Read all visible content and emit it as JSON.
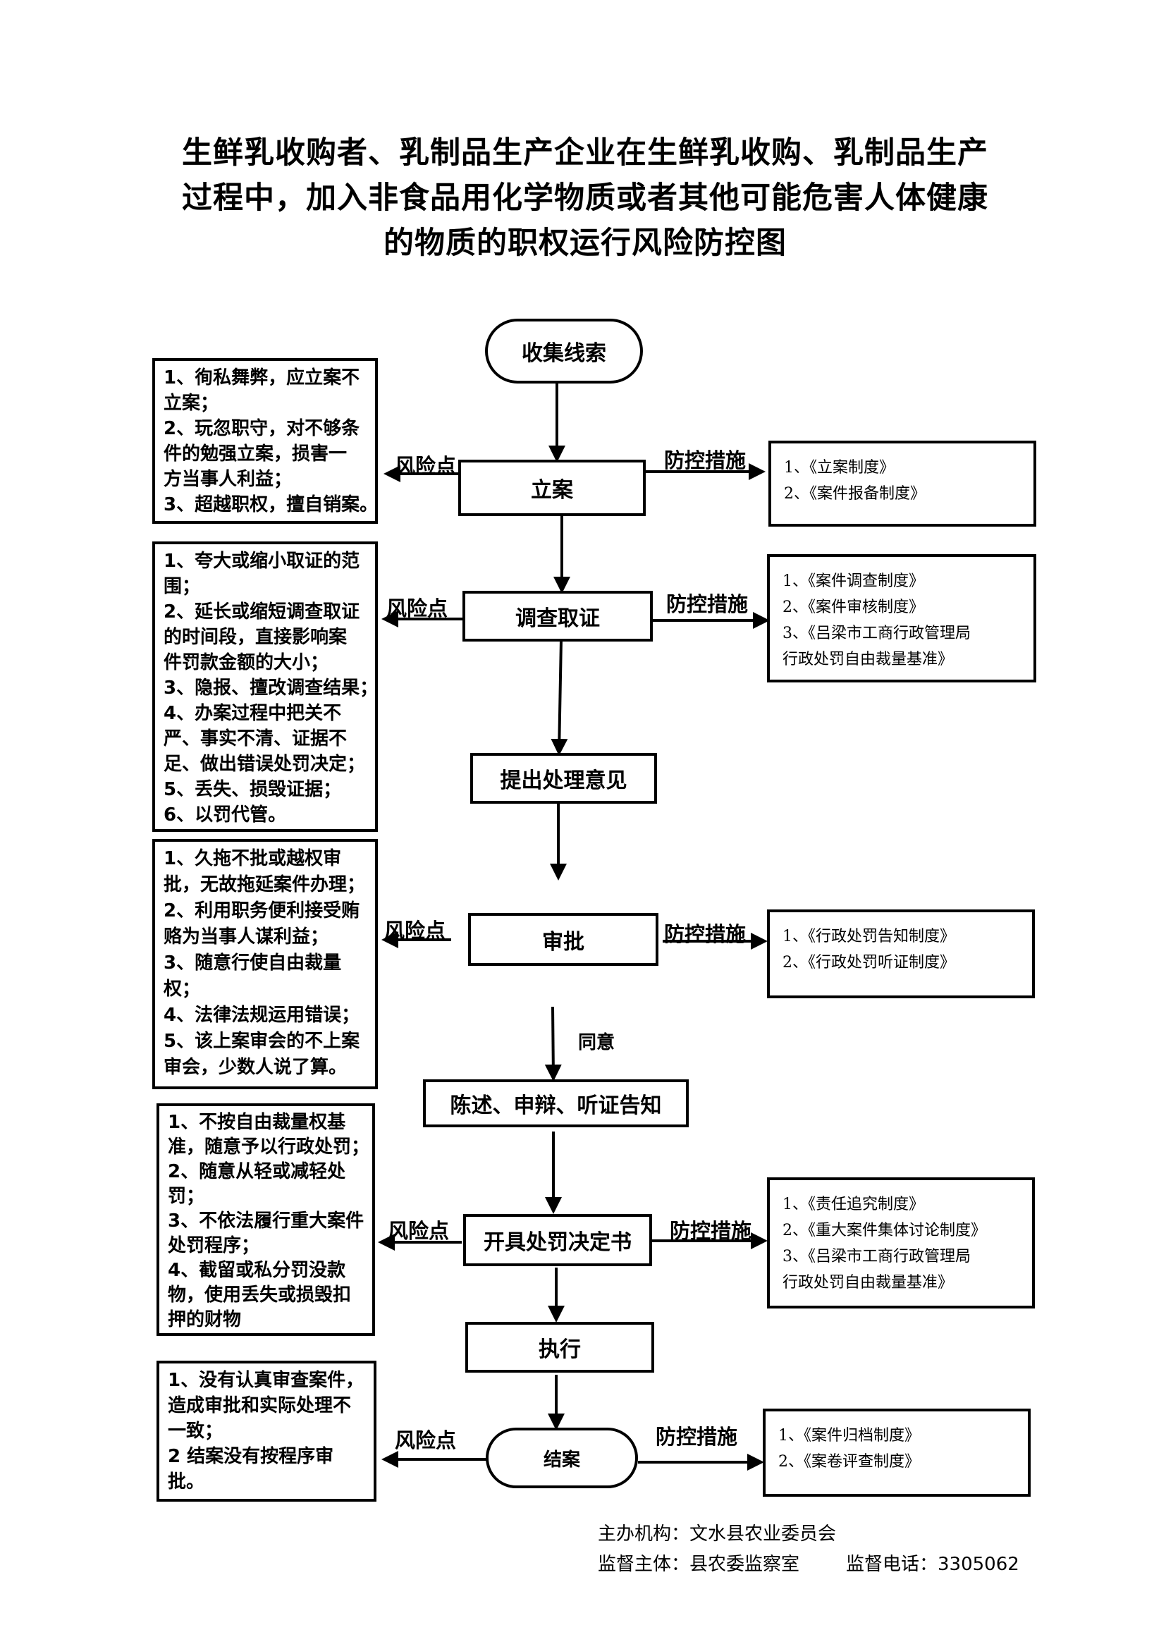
{
  "title": {
    "lines": [
      "生鲜乳收购者、乳制品生产企业在生鲜乳收购、乳制品生产",
      "过程中，加入非食品用化学物质或者其他可能危害人体健康",
      "的物质的职权运行风险防控图"
    ]
  },
  "labels": {
    "risk_point": "风险点",
    "control_measures": "防控措施",
    "agree": "同意"
  },
  "flow": {
    "collect_clues": "收集线索",
    "file_case": "立案",
    "investigate": "调查取证",
    "propose_opinion": "提出处理意见",
    "approve": "审批",
    "notify": "陈述、申辩、听证告知",
    "issue_decision": "开具处罚决定书",
    "execute": "执行",
    "close_case": "结案"
  },
  "risks": {
    "file_case": [
      "1、徇私舞弊，应立案不",
      "立案；",
      "2、玩忽职守，对不够条",
      "件的勉强立案，损害一",
      "方当事人利益；",
      "3、超越职权，擅自销案。"
    ],
    "investigate": [
      "1、夸大或缩小取证的范",
      "围；",
      "2、延长或缩短调查取证",
      "的时间段，直接影响案",
      "件罚款金额的大小；",
      "3、隐报、擅改调查结果；",
      "4、办案过程中把关不",
      "严、事实不清、证据不",
      "足、做出错误处罚决定；",
      "5、丢失、损毁证据；",
      "6、以罚代管。"
    ],
    "approve": [
      "1、久拖不批或越权审",
      "批，无故拖延案件办理；",
      "2、利用职务便利接受贿",
      "赂为当事人谋利益；",
      "3、随意行使自由裁量",
      "权；",
      "4、法律法规运用错误；",
      "5、该上案审会的不上案",
      "审会，少数人说了算。"
    ],
    "issue_decision": [
      "1、不按自由裁量权基",
      "准，随意予以行政处罚；",
      "2、随意从轻或减轻处",
      "罚；",
      "3、不依法履行重大案件",
      "处罚程序；",
      "4、截留或私分罚没款",
      "物，使用丢失或损毁扣",
      "押的财物"
    ],
    "close_case": [
      "1、没有认真审查案件，",
      "造成审批和实际处理不",
      "一致；",
      "2 结案没有按程序审",
      "批。"
    ]
  },
  "measures": {
    "file_case": [
      "1、《立案制度》",
      "2、《案件报备制度》"
    ],
    "investigate": [
      "1、《案件调查制度》",
      "2、《案件审核制度》",
      "3、《吕梁市工商行政管理局",
      "行政处罚自由裁量基准》"
    ],
    "approve": [
      "1、《行政处罚告知制度》",
      "2、《行政处罚听证制度》"
    ],
    "issue_decision": [
      "1、《责任追究制度》",
      "2、《重大案件集体讨论制度》",
      "3、《吕梁市工商行政管理局",
      "行政处罚自由裁量基准》"
    ],
    "close_case": [
      "1、《案件归档制度》",
      "2、《案卷评查制度》"
    ]
  },
  "footer": {
    "organizer": "主办机构：文水县农业委员会",
    "supervisor": "监督主体：县农委监察室",
    "phone": "监督电话：3305062"
  }
}
